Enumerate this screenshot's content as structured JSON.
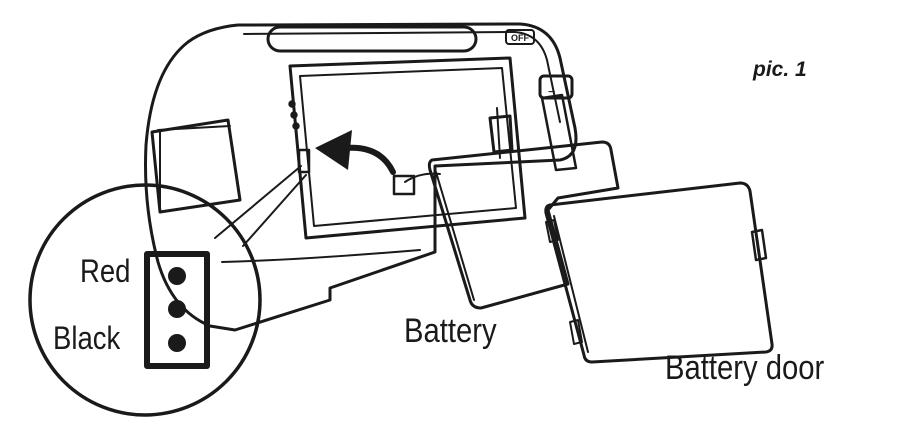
{
  "labels": {
    "pic": "pic. 1",
    "red": "Red",
    "black": "Black",
    "battery": "Battery",
    "battery_door": "Battery door"
  },
  "device_badge_text": "OFF",
  "colors": {
    "line": "#1a1a1a",
    "background": "#ffffff"
  }
}
